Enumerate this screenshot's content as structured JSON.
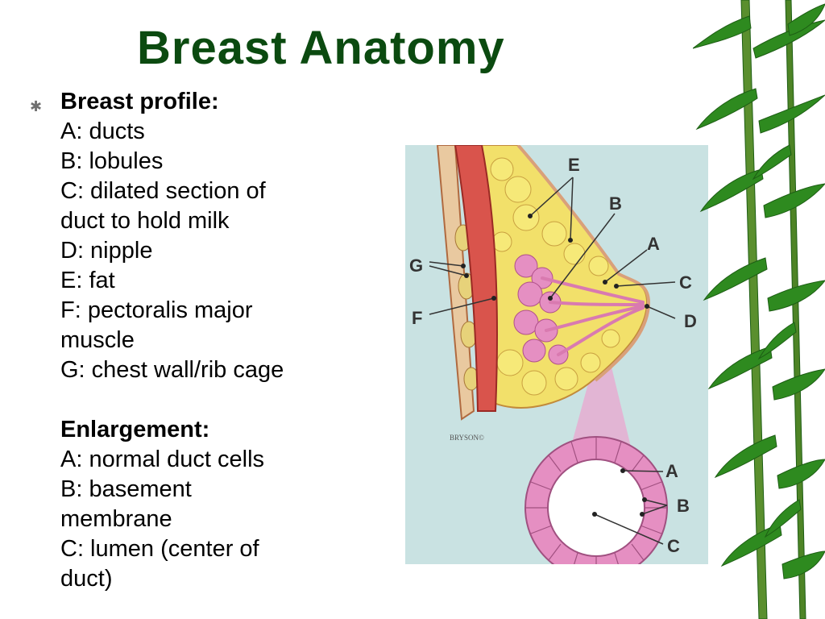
{
  "title": "Breast Anatomy",
  "bullet_icon": "asterisk-bullet-icon",
  "profile": {
    "heading": "Breast profile:",
    "lines": [
      "A: ducts",
      "B: lobules",
      "C: dilated section of",
      "duct to hold milk",
      "D: nipple",
      "E: fat",
      "F: pectoralis major",
      "muscle",
      "G: chest wall/rib cage"
    ]
  },
  "enlargement": {
    "heading": "Enlargement:",
    "lines": [
      "A: normal duct cells",
      "B: basement",
      "membrane",
      "C: lumen (center of",
      "duct)"
    ]
  },
  "figure": {
    "profile_labels": [
      "E",
      "B",
      "A",
      "G",
      "C",
      "F",
      "D"
    ],
    "enlargement_labels": [
      "A",
      "B",
      "C"
    ],
    "credit": "BRYSON©"
  },
  "colors": {
    "title": "#0b4a10",
    "figure_bg": "#c9e2e2",
    "fat": "#f2e06a",
    "lobules": "#e58fc2",
    "muscle": "#d9544c",
    "bamboo": "#2e8a1f"
  }
}
